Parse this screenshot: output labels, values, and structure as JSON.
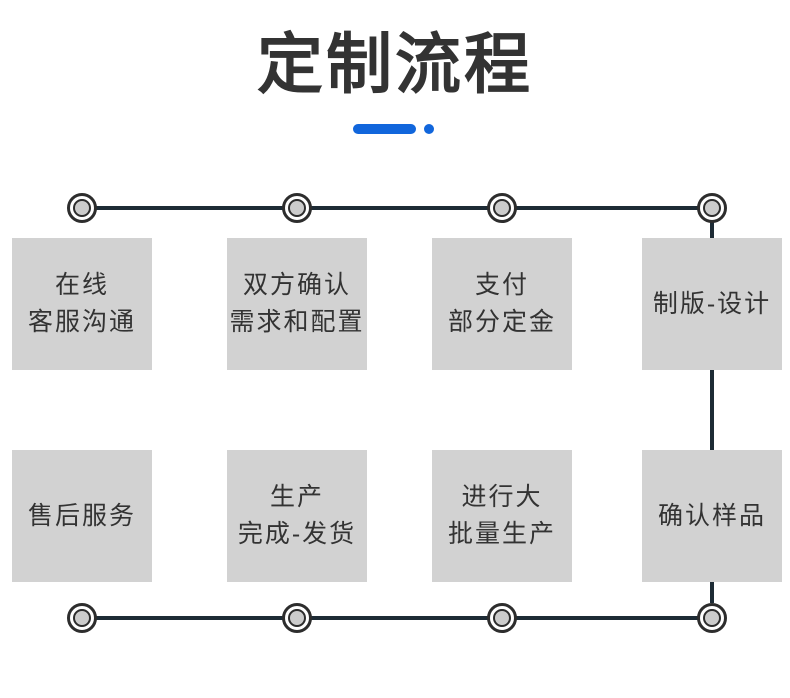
{
  "page": {
    "title": "定制流程"
  },
  "decor": {
    "accent_color": "#1166dc",
    "connector_color": "#1d2b35",
    "box_bg_color": "#d2d2d2",
    "text_color": "#333333",
    "node_inner_color": "#cccccc",
    "node_icon": "double-circle-node-icon"
  },
  "flow": {
    "top_row": [
      {
        "lines": [
          "在线",
          "客服沟通"
        ]
      },
      {
        "lines": [
          "双方确认",
          "需求和配置"
        ]
      },
      {
        "lines": [
          "支付",
          "部分定金"
        ]
      },
      {
        "lines": [
          "制版-设计"
        ]
      }
    ],
    "bottom_row": [
      {
        "lines": [
          "售后服务"
        ]
      },
      {
        "lines": [
          "生产",
          "完成-发货"
        ]
      },
      {
        "lines": [
          "进行大",
          "批量生产"
        ]
      },
      {
        "lines": [
          "确认样品"
        ]
      }
    ]
  }
}
